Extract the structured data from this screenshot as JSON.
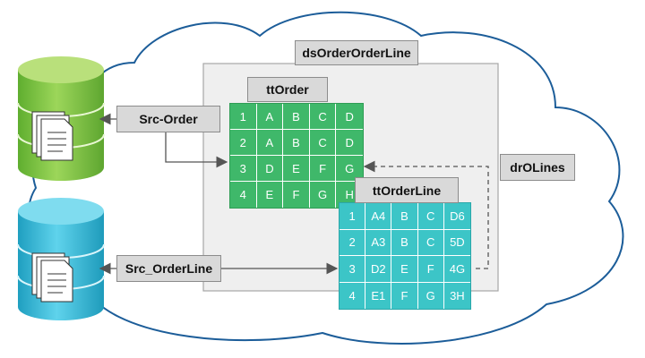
{
  "dataset": {
    "label": "dsOrderOrderLine"
  },
  "relation": {
    "label": "drOLines"
  },
  "sources": {
    "order": {
      "label": "Src-Order"
    },
    "orderline": {
      "label": "Src_OrderLine"
    }
  },
  "tables": {
    "ttOrder": {
      "label": "ttOrder",
      "rows": [
        [
          "1",
          "A",
          "B",
          "C",
          "D"
        ],
        [
          "2",
          "A",
          "B",
          "C",
          "D"
        ],
        [
          "3",
          "D",
          "E",
          "F",
          "G"
        ],
        [
          "4",
          "E",
          "F",
          "G",
          "H"
        ]
      ]
    },
    "ttOrderLine": {
      "label": "ttOrderLine",
      "rows": [
        [
          "1",
          "A4",
          "B",
          "C",
          "D6"
        ],
        [
          "2",
          "A3",
          "B",
          "C",
          "5D"
        ],
        [
          "3",
          "D2",
          "E",
          "F",
          "4G"
        ],
        [
          "4",
          "E1",
          "F",
          "G",
          "3H"
        ]
      ]
    }
  },
  "colors": {
    "green_table": "#3fb86a",
    "teal_table": "#3cc5c7",
    "green_db": "#7dc242",
    "teal_db": "#2cb5d6",
    "label_box": "#d9d9d9"
  }
}
